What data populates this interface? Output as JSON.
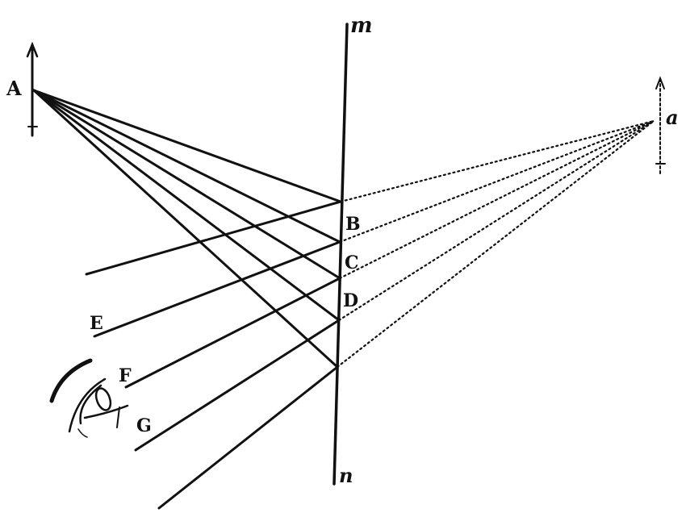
{
  "title": "Reflection in a plane mirror",
  "colors": {
    "ink": "#111111",
    "background": "#ffffff"
  },
  "labels": {
    "object": "A",
    "image": "a",
    "mirror_top": "m",
    "mirror_bottom": "n",
    "point_b": "B",
    "point_c": "C",
    "point_d": "D",
    "ray_e": "E",
    "ray_f": "F",
    "ray_g": "G"
  },
  "ray_count": 5
}
